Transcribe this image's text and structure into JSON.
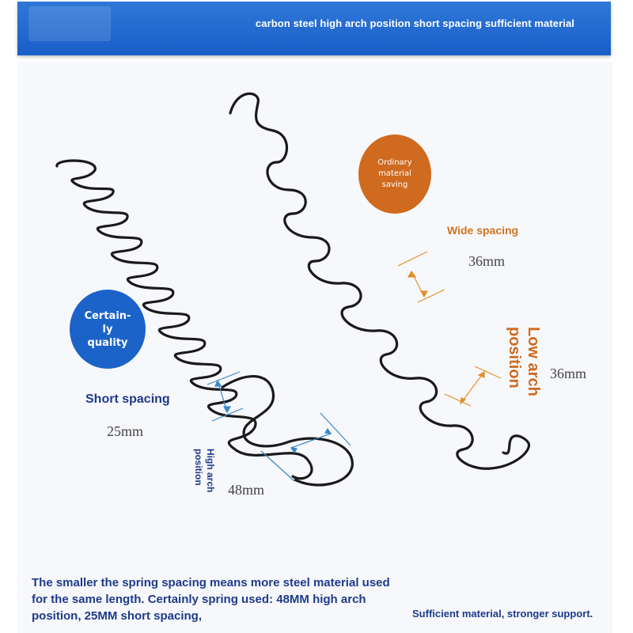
{
  "banner": {
    "title": "carbon steel high arch position short spacing sufficient material"
  },
  "badges": {
    "ordinary": "Ordinary\nmaterial\nsaving",
    "certainly": "Certain-\nly\nquality"
  },
  "labels": {
    "wide_spacing": "Wide spacing",
    "short_spacing": "Short spacing",
    "low_arch": "Low arch\nposition",
    "high_arch": "High arch\nposition"
  },
  "measurements": {
    "wide_36_top": "36mm",
    "wide_36_side": "36mm",
    "short_25": "25mm",
    "high_48": "48mm"
  },
  "footer": {
    "paragraph": "The smaller the spring spacing means more steel material used for the same length. Certainly spring used: 48MM high arch position, 25MM short spacing,",
    "tagline": "Sufficient material, stronger support."
  },
  "colors": {
    "banner_blue": "#1f66d1",
    "accent_orange": "#cf6a1f",
    "text_navy": "#1e3a8a"
  }
}
